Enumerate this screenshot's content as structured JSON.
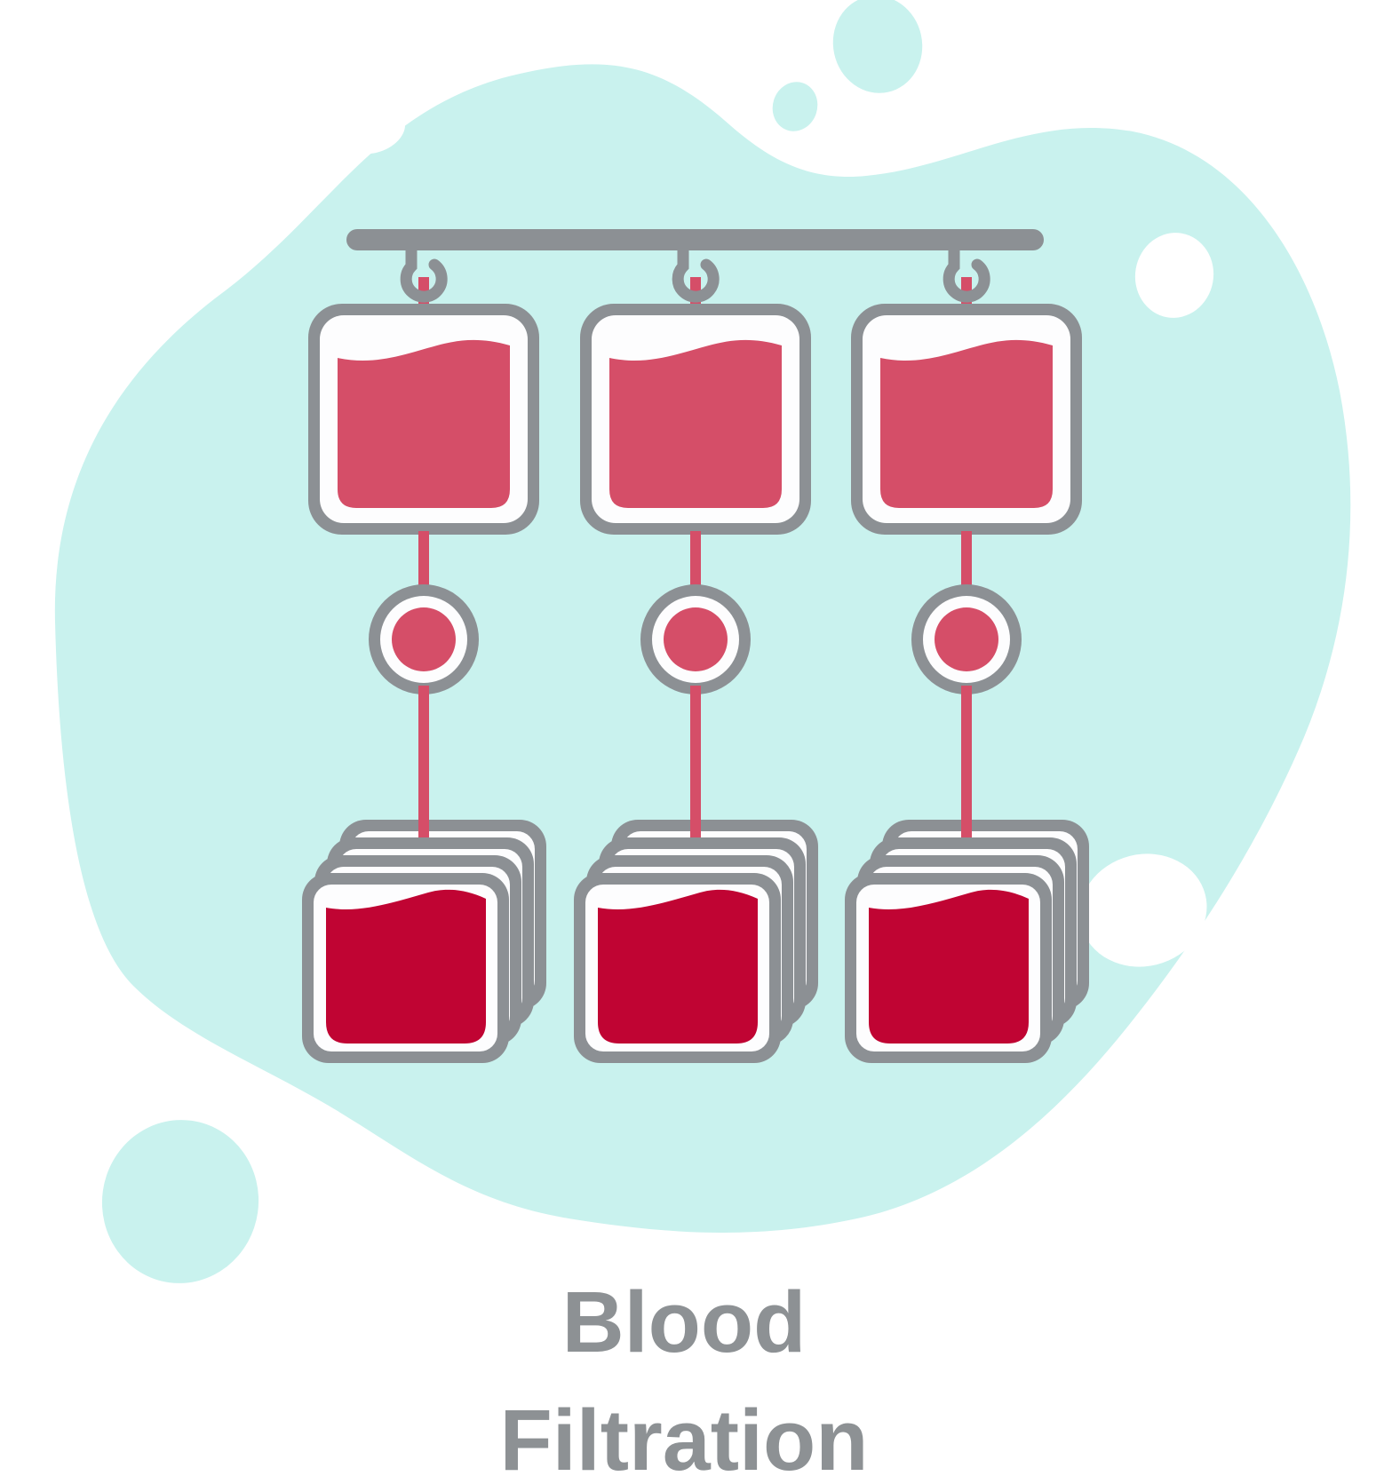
{
  "title": {
    "line1": "Blood",
    "line2": "Filtration"
  },
  "colors": {
    "page_bg": "#ffffff",
    "teal": "#c9f2ee",
    "white": "#ffffff",
    "gray": "#8c9094",
    "pink": "#d54e68",
    "dark_red": "#c00433",
    "bag_white": "#fdfdfe",
    "text": "#8d9194"
  },
  "illustration": {
    "columns": 3,
    "stack_layers_per_column": 4,
    "elements": [
      "hanging-rail",
      "hook",
      "full-blood-bag",
      "transfusion-tube",
      "inline-filter",
      "filtered-bag-stack"
    ]
  }
}
